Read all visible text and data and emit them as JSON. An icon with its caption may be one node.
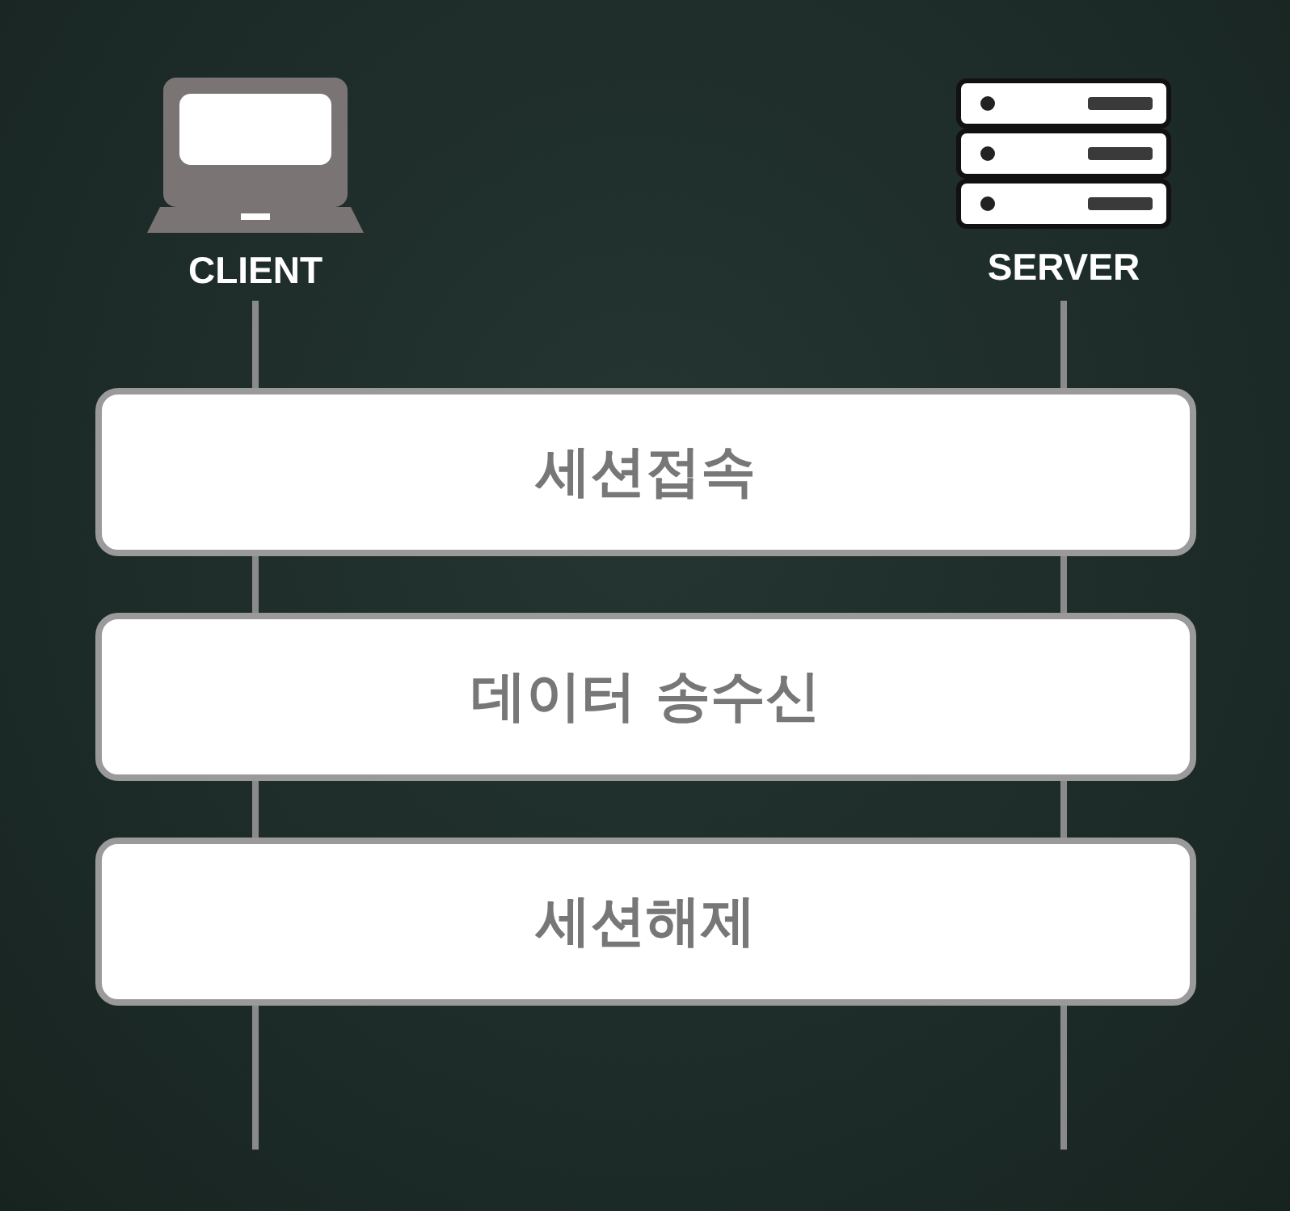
{
  "diagram": {
    "nodes": [
      {
        "text": [
          "CLIENT"
        ]
      },
      {
        "text": [
          "SERVER"
        ]
      },
      {
        "text": [
          "세션접속"
        ]
      },
      {
        "text": [
          "데이터 송수신"
        ]
      },
      {
        "text": [
          "세션해제"
        ]
      }
    ],
    "edges": [
      {
        "from": 0,
        "to": 2,
        "arrow": "none"
      },
      {
        "from": 2,
        "to": 3,
        "arrow": "none"
      },
      {
        "from": 3,
        "to": 4,
        "arrow": "none"
      },
      {
        "from": 4,
        "to": null,
        "arrow": "none"
      },
      {
        "from": 1,
        "to": 2,
        "arrow": "none"
      },
      {
        "from": 2,
        "to": 3,
        "arrow": "none"
      },
      {
        "from": 3,
        "to": 4,
        "arrow": "none"
      },
      {
        "from": 4,
        "to": null,
        "arrow": "none"
      }
    ]
  }
}
